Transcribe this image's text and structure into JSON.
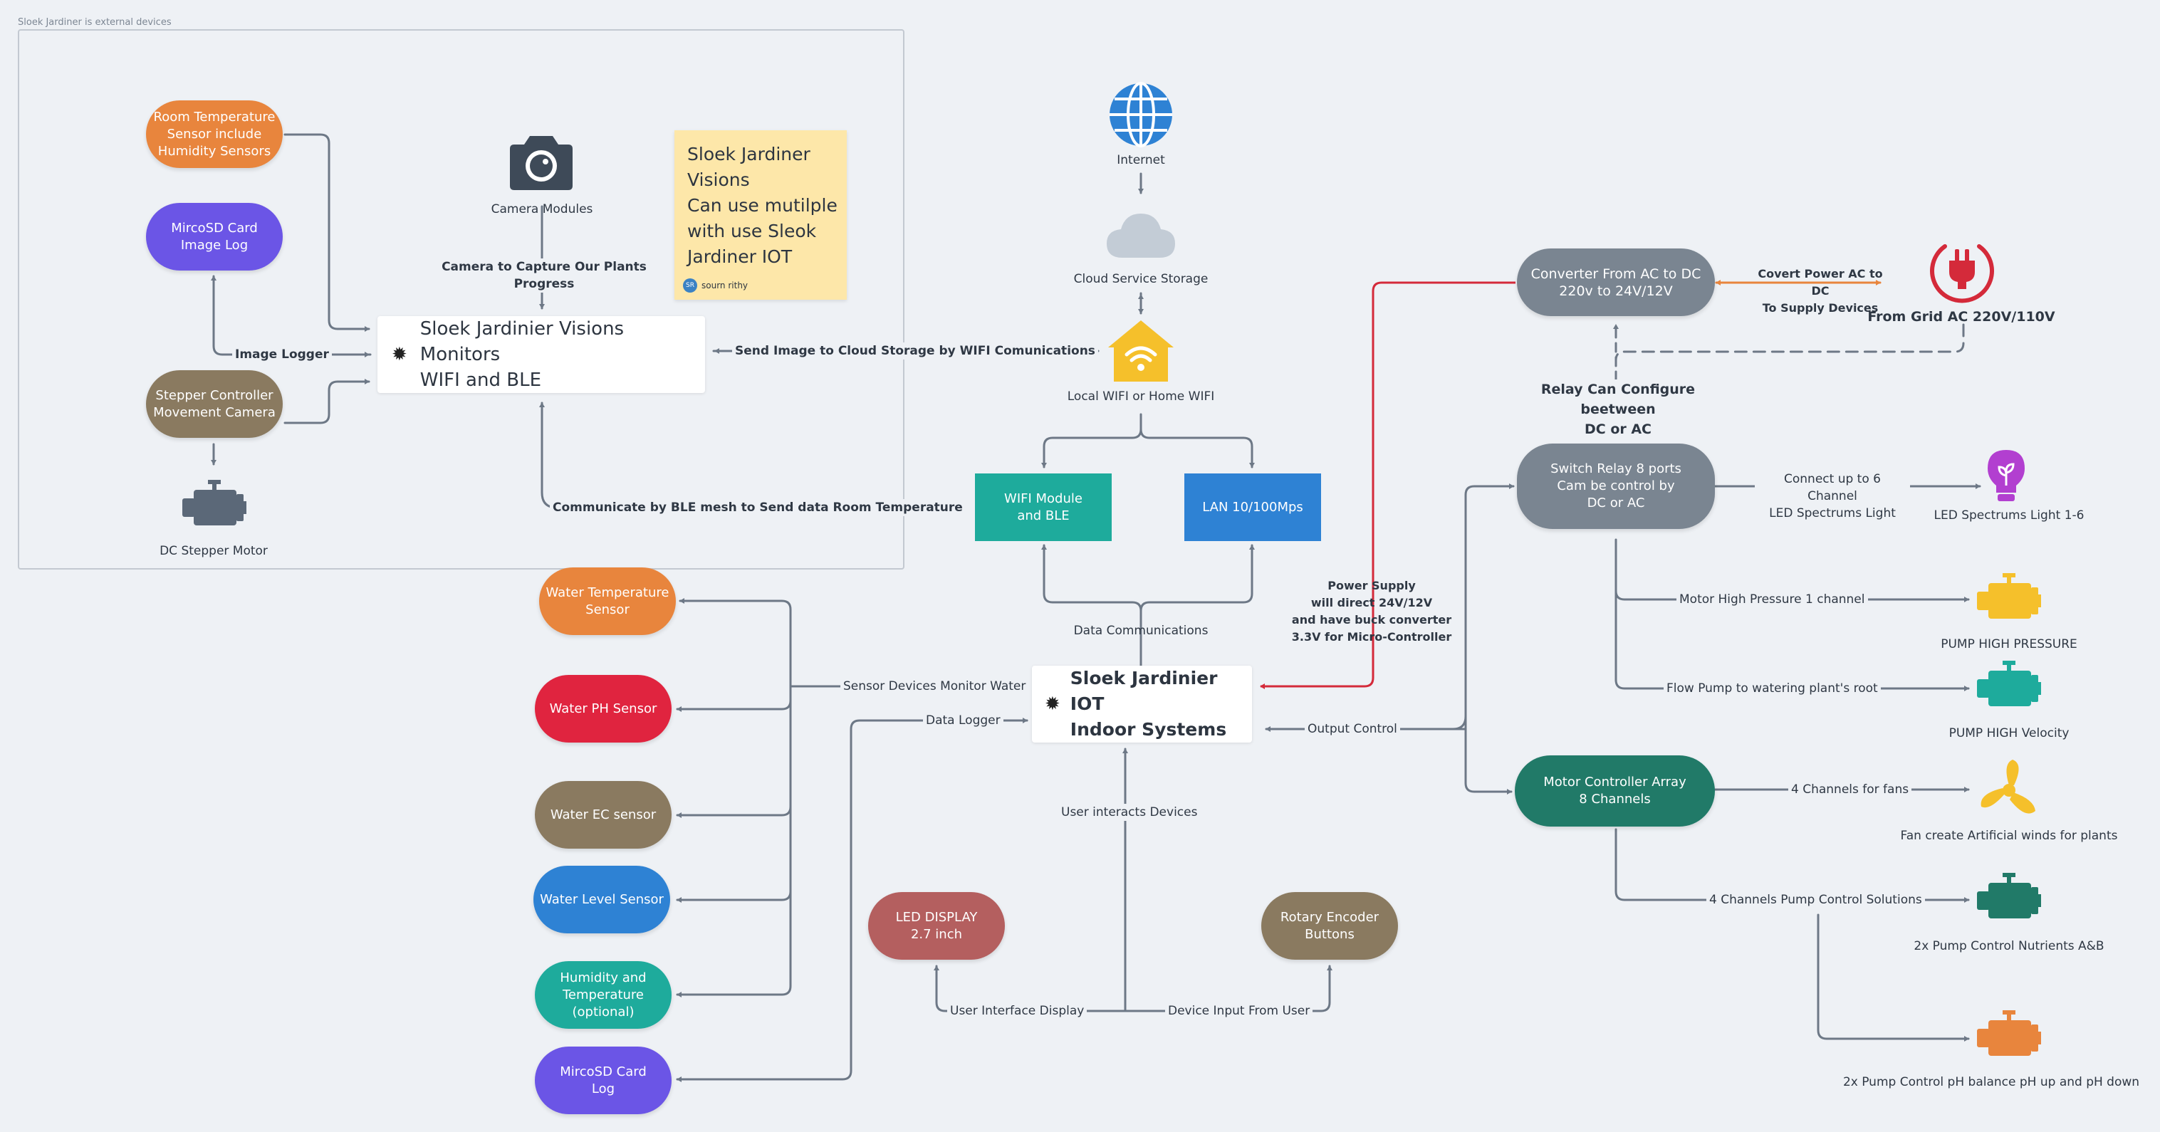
{
  "frame": {
    "label": "Sloek Jardiner is external devices"
  },
  "sticky": {
    "text": "Sloek Jardiner\nVisions\nCan use mutilple\nwith use Sleok\nJardiner IOT",
    "author": "sourn rithy",
    "initials": "SR"
  },
  "nodes": {
    "room_temp": "Room Temperature\nSensor include\nHumidity Sensors",
    "microsd_image": "MircoSD Card\nImage Log",
    "stepper_controller": "Stepper Controller\nMovement Camera",
    "stepper_motor": "DC Stepper Motor",
    "camera": "Camera Modules",
    "visions_monitor": "Sloek Jardinier Visions Monitors\nWIFI and BLE",
    "internet": "Internet",
    "cloud": "Cloud  Service Storage",
    "local_wifi": "Local WIFI or Home WIFI",
    "wifi_module": "WIFI Module\nand BLE",
    "lan": "LAN 10/100Mps",
    "iot_system": "Sloek Jardinier IOT\nIndoor Systems",
    "water_temp": "Water Temperature\nSensor",
    "water_ph": "Water PH Sensor",
    "water_ec": "Water EC sensor",
    "water_level": "Water Level Sensor",
    "humidity": "Humidity and\nTemperature\n(optional)",
    "microsd_log": "MircoSD Card\nLog",
    "led_display": "LED DISPLAY\n2.7 inch",
    "rotary": "Rotary Encoder\nButtons",
    "converter": "Converter From AC to DC\n220v to 24V/12V",
    "grid": "From Grid AC 220V/110V",
    "switch_relay": "Switch Relay 8 ports\nCam be control by\nDC or AC",
    "led_light": "LED Spectrums Light 1-6",
    "pump_pressure": "PUMP HIGH PRESSURE",
    "pump_velocity": "PUMP HIGH Velocity",
    "motor_array": "Motor Controller Array\n8 Channels",
    "fan": "Fan create Artificial winds for plants",
    "pump_nutrients": "2x Pump Control Nutrients A&B",
    "pump_ph": "2x Pump Control pH balance pH up and pH down"
  },
  "edges": {
    "camera_capture": "Camera to Capture Our Plants Progress",
    "image_logger": "Image Logger",
    "send_cloud": "Send Image to Cloud Storage by WIFI Comunications",
    "ble_mesh": "Communicate by BLE mesh to Send data Room Temperature",
    "data_comm": "Data Communications",
    "power_supply": "Power Supply\nwill direct 24V/12V\nand have buck converter\n3.3V for Micro-Controller",
    "sensor_monitor": "Sensor Devices Monitor Water",
    "data_logger": "Data Logger",
    "output_control": "Output Control",
    "user_interacts": "User interacts Devices",
    "ui_display": "User Interface Display",
    "device_input": "Device Input From User",
    "convert_power": "Covert Power AC to DC\nTo Supply Devices",
    "relay_config": "Relay Can Configure beetween\nDC or  AC",
    "led_channels": "Connect up to 6 Channel\nLED Spectrums Light",
    "motor_pressure": "Motor High Pressure 1 channel",
    "flow_pump": "Flow Pump to watering plant's root",
    "fan_channels": "4 Channels for fans",
    "pump_channels": "4 Channels Pump Control Solutions"
  },
  "colors": {
    "orange": "#e8853d",
    "purple": "#6b55e6",
    "brown": "#8a7a60",
    "red": "#e0243f",
    "blue": "#2e82d4",
    "teal": "#1eab9c",
    "darkgreen": "#217a68",
    "slate": "#7a8591",
    "maroon": "#b45f5f",
    "wire": "#6d7886",
    "power": "#d42a3a"
  }
}
